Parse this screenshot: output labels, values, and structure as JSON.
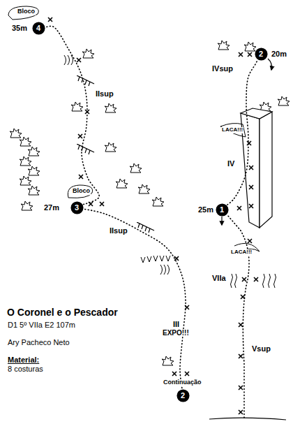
{
  "diagram": {
    "title": "O Coronel e o Pescador",
    "nodes": [
      {
        "text": [
          "4"
        ]
      },
      {
        "text": [
          "2"
        ]
      },
      {
        "text": [
          "3"
        ]
      },
      {
        "text": [
          "1"
        ]
      },
      {
        "text": [
          "2"
        ]
      }
    ],
    "edges": [
      {
        "from": 3,
        "to": 1,
        "arrow": "none"
      },
      {
        "from": 4,
        "to": 2,
        "arrow": "none"
      },
      {
        "from": 2,
        "to": 0,
        "arrow": "none"
      }
    ],
    "labels": [
      "Bloco",
      "35m",
      "IIsup",
      "Bloco",
      "27m",
      "IIsup",
      "III",
      "EXPO!!!",
      "Continuação",
      "20m",
      "IVsup",
      "LACA!!!",
      "IV",
      "25m",
      "LACA!!!",
      "VIIa",
      "Vsup",
      "D1 5º VIIa E2 107m",
      "Ary Pacheco Neto",
      "Material:",
      "8 costuras"
    ]
  }
}
